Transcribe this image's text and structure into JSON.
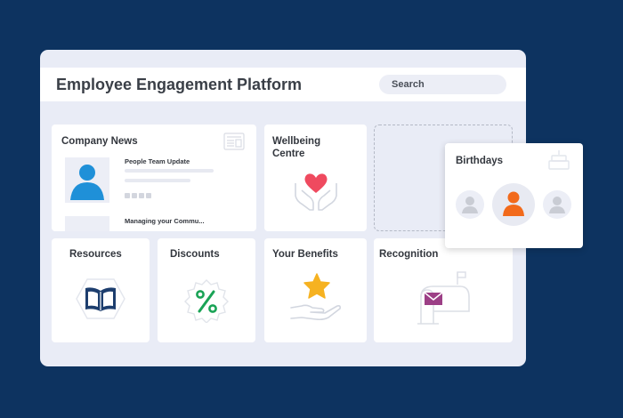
{
  "app": {
    "title": "Employee Engagement Platform"
  },
  "search": {
    "label": "Search"
  },
  "cards": {
    "company_news": {
      "title": "Company News",
      "items": [
        {
          "headline": "People Team Update"
        },
        {
          "headline": "Managing your Commu..."
        }
      ]
    },
    "wellbeing": {
      "title_line1": "Wellbeing",
      "title_line2": "Centre"
    },
    "birthdays": {
      "title": "Birthdays"
    },
    "resources": {
      "title": "Resources"
    },
    "discounts": {
      "title": "Discounts"
    },
    "benefits": {
      "title": "Your Benefits"
    },
    "recognition": {
      "title": "Recognition"
    }
  },
  "icons": {
    "news": "newspaper-icon",
    "wellbeing": "hands-heart-icon",
    "birthdays": "cake-icon",
    "resources": "book-icon",
    "discounts": "percent-badge-icon",
    "benefits": "hand-star-icon",
    "recognition": "mailbox-icon"
  },
  "colors": {
    "background": "#0d3360",
    "panel": "#e9ecf6",
    "accent_blue": "#1f90d8",
    "heart_red": "#ef4a5f",
    "star_yellow": "#f6b221",
    "percent_green": "#1aa356",
    "book_navy": "#1d3e6e",
    "mail_purple": "#9c3f86",
    "birthday_orange": "#f26a1b"
  }
}
